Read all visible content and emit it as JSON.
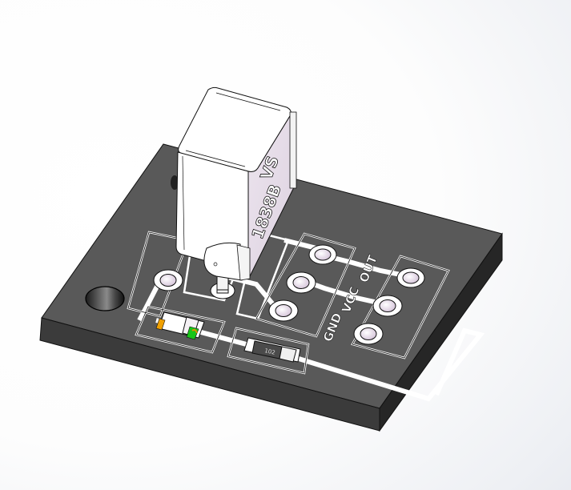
{
  "viewport": {
    "background_top": "#ffffff",
    "background_corner": "#dfe2ea"
  },
  "model": {
    "sensor": {
      "label_line1": "VS",
      "label_line2": "1838B",
      "body_color": "#ffffff",
      "face_color": "#e6dde8"
    },
    "pcb": {
      "top_color": "#595959",
      "side_color": "#2e2e2e",
      "front_color": "#3a3a3a",
      "trace_color": "#ffffff"
    },
    "silkscreen": {
      "pin1": "GND",
      "pin2": "VCC",
      "pin3": "OUT"
    },
    "resistor": {
      "marking": "102"
    },
    "led": {
      "accent1": "#f0a000",
      "accent2": "#19c419"
    }
  }
}
